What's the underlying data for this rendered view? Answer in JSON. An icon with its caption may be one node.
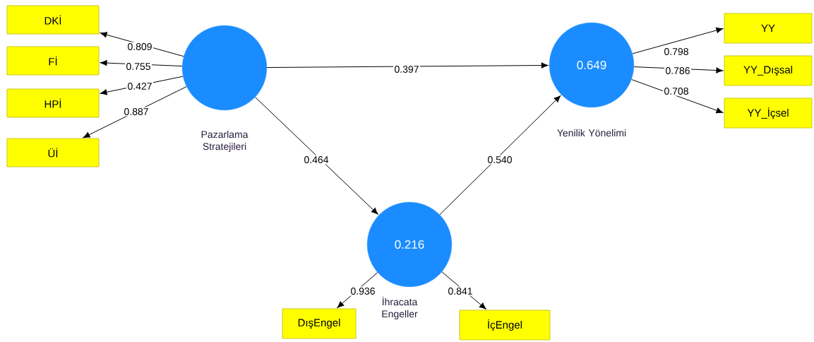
{
  "diagram": {
    "nodes": [
      {
        "text": [
          "DKİ"
        ]
      },
      {
        "text": [
          "Fİ"
        ]
      },
      {
        "text": [
          "HPİ"
        ]
      },
      {
        "text": [
          "Üİ"
        ]
      },
      {
        "text": [],
        "shape": "circle",
        "beside": [
          "Pazarlama Stratejileri"
        ]
      },
      {
        "text": [
          "YY"
        ]
      },
      {
        "text": [
          "0.649"
        ],
        "beside": [
          "Yenilik Yönelimi"
        ]
      },
      {
        "text": [
          "YY_Dışsal"
        ]
      },
      {
        "text": [
          "YY_İçsel"
        ]
      },
      {
        "text": [
          "0.216"
        ],
        "beside": [
          "İhracata Engeller"
        ]
      },
      {
        "text": [
          "DışEngel"
        ]
      },
      {
        "text": [
          "İçEngel"
        ]
      }
    ],
    "edges": [
      {
        "from": 4,
        "to": 0,
        "arrow": "to",
        "label": "0.809"
      },
      {
        "from": 4,
        "to": 1,
        "arrow": "to",
        "label": "0.755"
      },
      {
        "from": 4,
        "to": 2,
        "arrow": "to",
        "label": "0.427"
      },
      {
        "from": 4,
        "to": 3,
        "arrow": "to",
        "label": "0.887"
      },
      {
        "from": 4,
        "to": 6,
        "arrow": "to",
        "label": "0.397"
      },
      {
        "from": 4,
        "to": 9,
        "arrow": "to",
        "label": "0.464"
      },
      {
        "from": 9,
        "to": 6,
        "arrow": "to",
        "label": "0.540"
      },
      {
        "from": 6,
        "to": 5,
        "arrow": "to",
        "label": "0.798"
      },
      {
        "from": 6,
        "to": 7,
        "arrow": "to",
        "label": "0.786"
      },
      {
        "from": 6,
        "to": 8,
        "arrow": "to",
        "label": "0.708"
      },
      {
        "from": 9,
        "to": 10,
        "arrow": "to",
        "label": "0.936"
      },
      {
        "from": 9,
        "to": 11,
        "arrow": "to",
        "label": "0.841"
      }
    ]
  }
}
